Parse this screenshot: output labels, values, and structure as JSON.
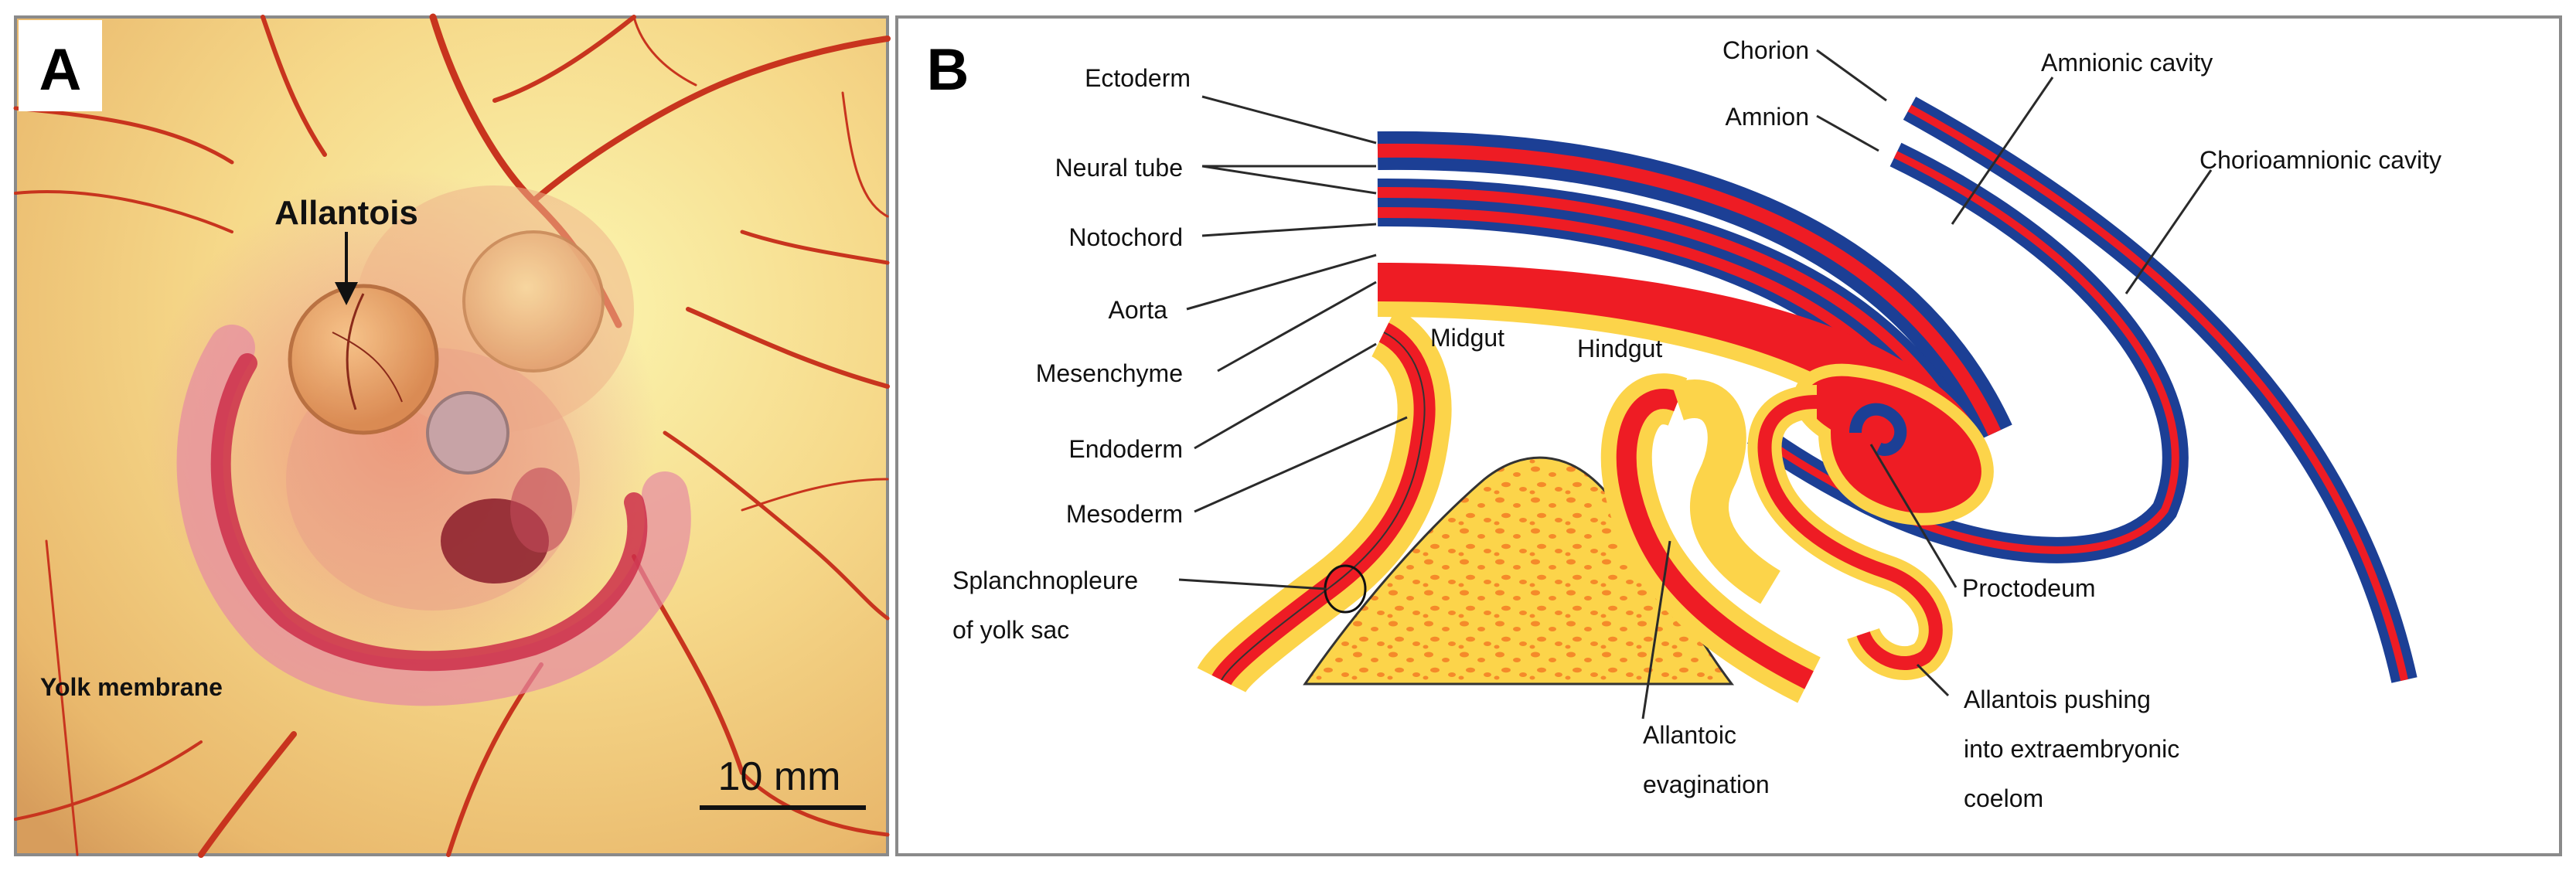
{
  "panel_a": {
    "letter": "A",
    "labels": {
      "allantois": "Allantois",
      "yolk_membrane": "Yolk membrane",
      "scale_bar": "10 mm"
    }
  },
  "panel_b": {
    "letter": "B",
    "labels": {
      "ectoderm": "Ectoderm",
      "neural_tube": "Neural tube",
      "notochord": "Notochord",
      "aorta": "Aorta",
      "mesenchyme": "Mesenchyme",
      "endoderm": "Endoderm",
      "mesoderm": "Mesoderm",
      "splanchnopleure_1": "Splanchnopleure",
      "splanchnopleure_2": "of yolk sac",
      "midgut": "Midgut",
      "hindgut": "Hindgut",
      "chorion": "Chorion",
      "amnion": "Amnion",
      "amnionic_cavity": "Amnionic cavity",
      "chorioamnionic_cavity": "Chorioamnionic cavity",
      "proctodeum": "Proctodeum",
      "allantoic_1": "Allantoic",
      "allantoic_2": "evagination",
      "allantois_pushing_1": "Allantois pushing",
      "allantois_pushing_2": "into extraembryonic",
      "allantois_pushing_3": "coelom"
    }
  },
  "colors": {
    "red": "#ee1c24",
    "blue": "#1c3f95",
    "yellow": "#fcd44a",
    "yolk_dots": "#f58a2a"
  }
}
